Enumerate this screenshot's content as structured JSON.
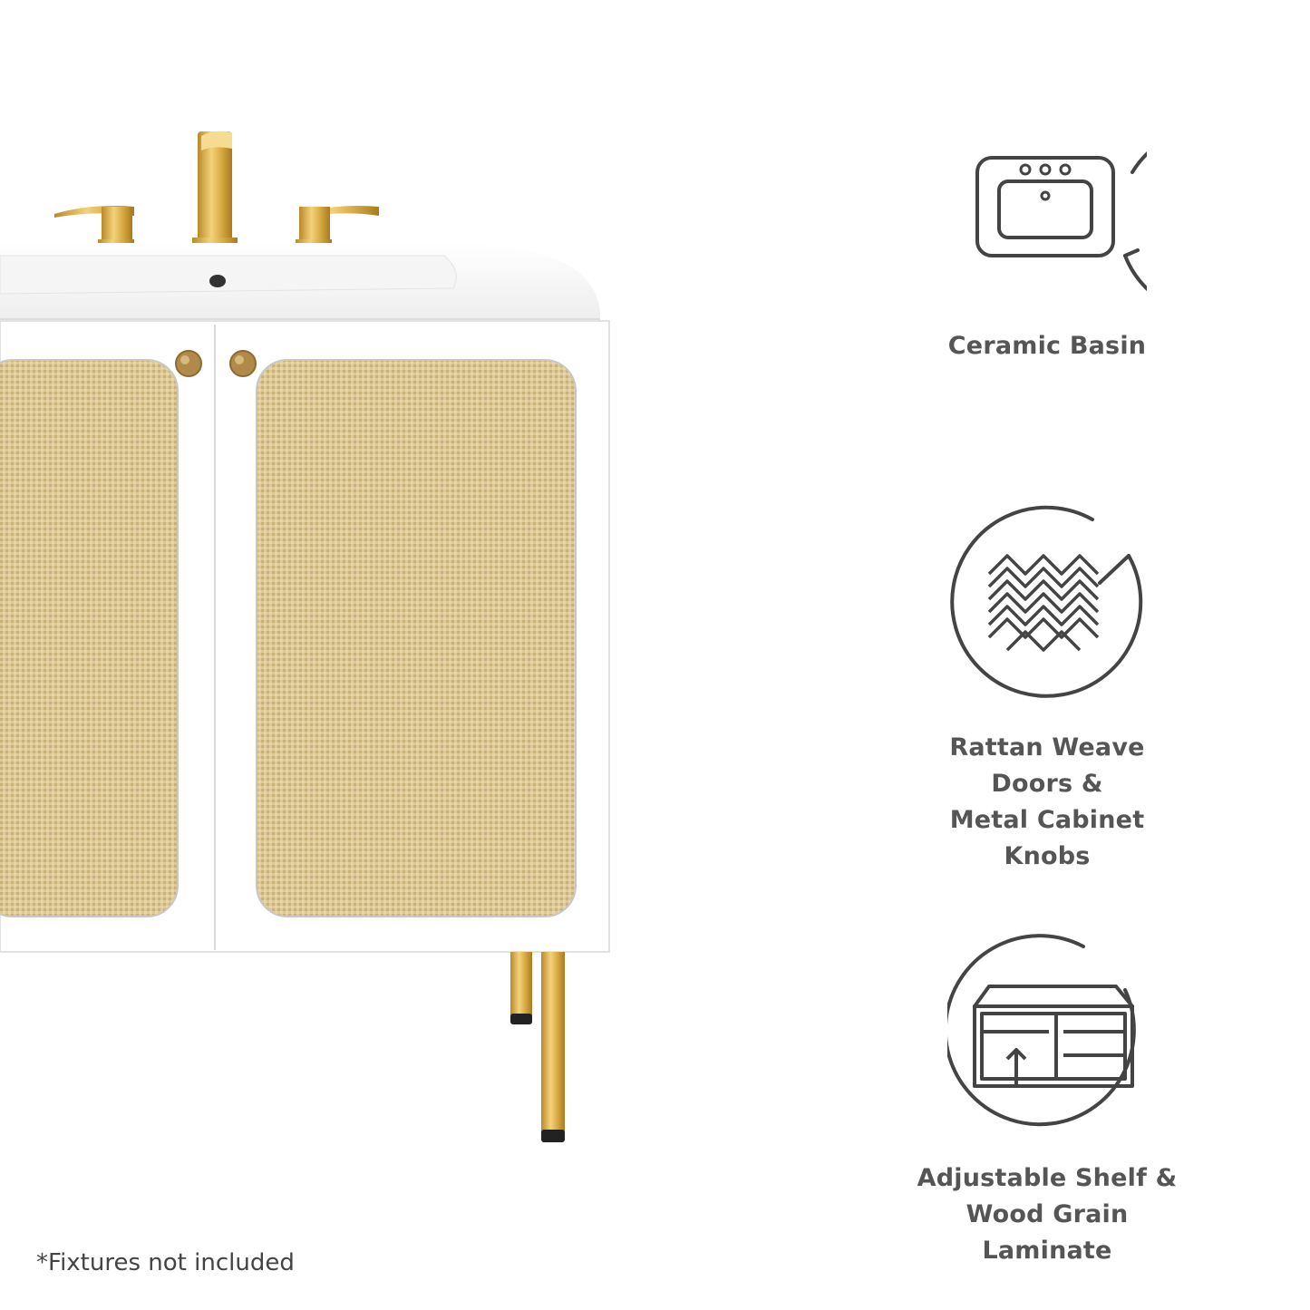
{
  "features": [
    {
      "icon": "ceramic-basin-icon",
      "lines": [
        "Ceramic Basin"
      ]
    },
    {
      "icon": "rattan-weave-icon",
      "lines": [
        "Rattan Weave Doors &",
        "Metal Cabinet Knobs"
      ]
    },
    {
      "icon": "adjustable-shelf-icon",
      "lines": [
        "Adjustable Shelf &",
        "Wood Grain Laminate"
      ]
    }
  ],
  "footnote": "*Fixtures not included",
  "colors": {
    "brass": "#d9b24a",
    "rattan": "#d9c79a",
    "cabinet": "#ffffff",
    "icon_stroke": "#444444"
  }
}
